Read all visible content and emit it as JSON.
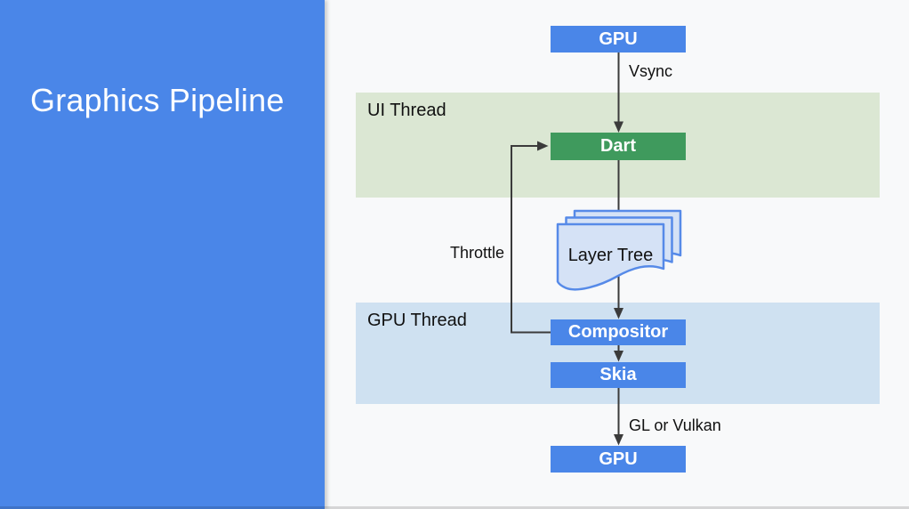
{
  "title": "Graphics Pipeline",
  "diagram": {
    "bands": {
      "ui": {
        "label": "UI Thread"
      },
      "gpu": {
        "label": "GPU Thread"
      }
    },
    "nodes": {
      "gpu_top": {
        "label": "GPU"
      },
      "dart": {
        "label": "Dart"
      },
      "layer_tree": {
        "label": "Layer Tree"
      },
      "compositor": {
        "label": "Compositor"
      },
      "skia": {
        "label": "Skia"
      },
      "gpu_bottom": {
        "label": "GPU"
      }
    },
    "edges": {
      "vsync": {
        "label": "Vsync"
      },
      "throttle": {
        "label": "Throttle"
      },
      "gl_or_vulkan": {
        "label": "GL or Vulkan"
      }
    }
  },
  "colors": {
    "accent_blue": "#4a86e8",
    "node_green": "#3f9a5d",
    "band_green": "#dbe7d3",
    "band_blue": "#cfe1f1",
    "doc_fill": "#d5e2f6",
    "doc_stroke": "#568ae8",
    "arrow": "#3b3b3b",
    "canvas_bg": "#f8f9fa",
    "title_text": "#ffffff"
  }
}
